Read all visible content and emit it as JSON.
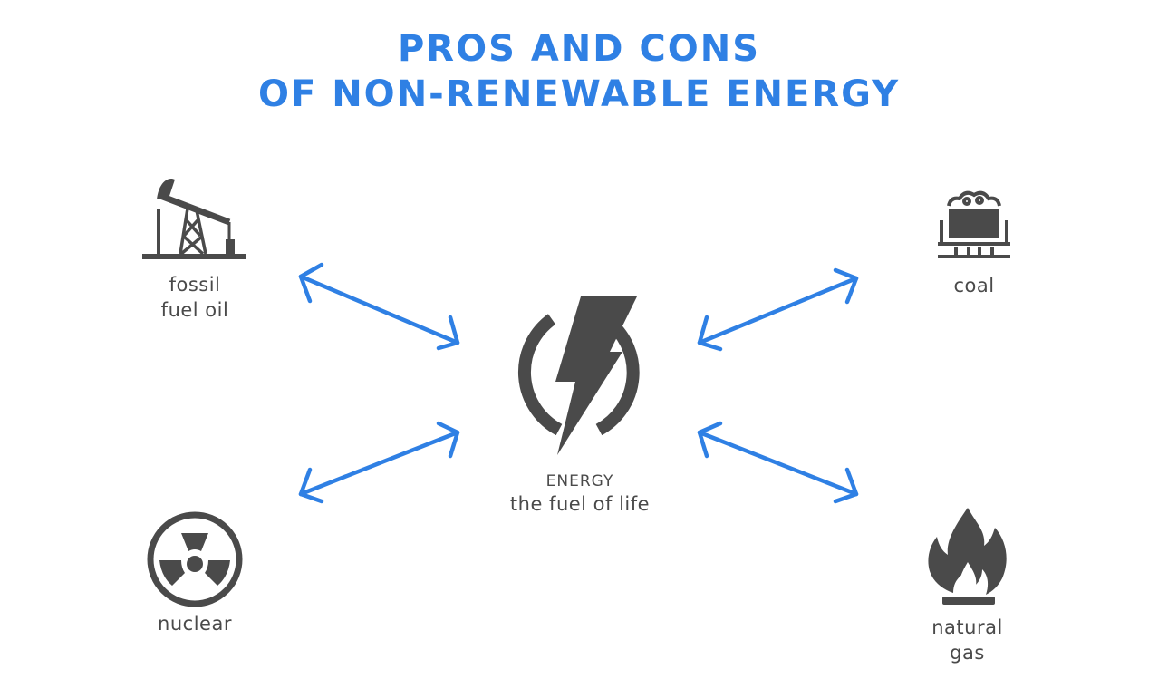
{
  "title": {
    "line1": "PROS AND CONS",
    "line2": "OF NON-RENEWABLE ENERGY"
  },
  "center": {
    "icon": "lightning-bolt-power-icon",
    "heading": "ENERGY",
    "subheading": "the fuel of life"
  },
  "nodes": [
    {
      "id": "fossil-fuel-oil",
      "icon": "oil-pump-jack-icon",
      "lines": [
        "fossil",
        "fuel oil"
      ],
      "position": "top-left"
    },
    {
      "id": "coal",
      "icon": "coal-minecart-icon",
      "lines": [
        "coal"
      ],
      "position": "top-right"
    },
    {
      "id": "nuclear",
      "icon": "radiation-icon",
      "lines": [
        "nuclear"
      ],
      "position": "bottom-left"
    },
    {
      "id": "natural-gas",
      "icon": "flame-icon",
      "lines": [
        "natural",
        "gas"
      ],
      "position": "bottom-right"
    }
  ],
  "connectors": [
    {
      "from": "fossil-fuel-oil",
      "to": "center",
      "type": "double-arrow"
    },
    {
      "from": "coal",
      "to": "center",
      "type": "double-arrow"
    },
    {
      "from": "nuclear",
      "to": "center",
      "type": "double-arrow"
    },
    {
      "from": "natural-gas",
      "to": "center",
      "type": "double-arrow"
    }
  ],
  "colors": {
    "accent": "#2f80e4",
    "icon": "#4a4a4a",
    "background": "#ffffff"
  }
}
